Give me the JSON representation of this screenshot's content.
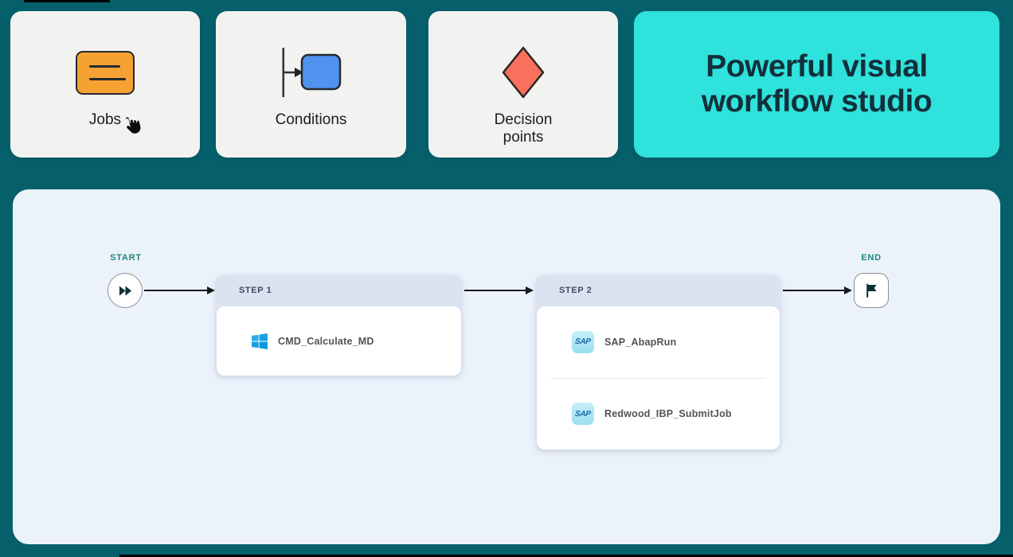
{
  "toolbox": {
    "jobs_label": "Jobs",
    "conditions_label": "Conditions",
    "decision_label": "Decision points"
  },
  "hero": {
    "title_line1": "Powerful visual",
    "title_line2": "workflow studio"
  },
  "canvas": {
    "start_label": "START",
    "end_label": "END",
    "sap_badge_text": "SAP",
    "steps": [
      {
        "title": "STEP 1",
        "jobs": [
          {
            "name": "CMD_Calculate_MD",
            "icon": "windows-icon"
          }
        ]
      },
      {
        "title": "STEP 2",
        "jobs": [
          {
            "name": "SAP_AbapRun",
            "icon": "sap-icon"
          },
          {
            "name": "Redwood_IBP_SubmitJob",
            "icon": "sap-icon"
          }
        ]
      }
    ]
  },
  "colors": {
    "background": "#05606C",
    "hero_card": "#2FE2DB",
    "hero_text": "#12303C",
    "jobs_icon_orange": "#F5A233",
    "conditions_icon_blue": "#5093EE",
    "decision_icon_coral": "#F9705C",
    "canvas_panel": "#ECF2FA",
    "step_header": "#DBE3F1",
    "start_end_label": "#1A867D"
  }
}
